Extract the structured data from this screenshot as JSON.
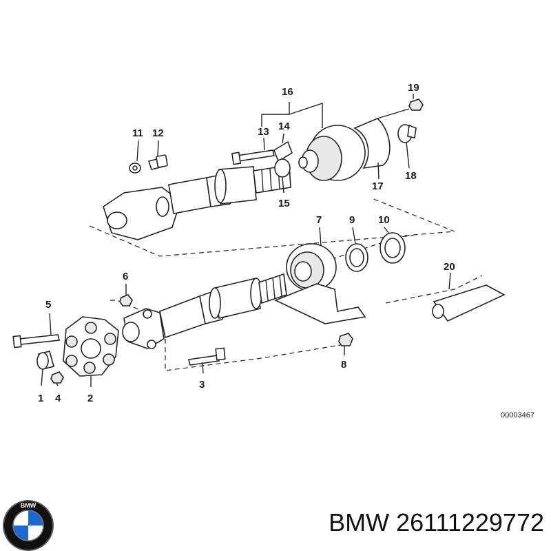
{
  "callouts": {
    "c1": "1",
    "c2": "2",
    "c3": "3",
    "c4": "4",
    "c5": "5",
    "c6": "6",
    "c7": "7",
    "c8": "8",
    "c9": "9",
    "c10": "10",
    "c11": "11",
    "c12": "12",
    "c13": "13",
    "c14": "14",
    "c15": "15",
    "c16": "16",
    "c17": "17",
    "c18": "18",
    "c19": "19",
    "c20": "20"
  },
  "diagram_ref": "00003467",
  "brand_logo": {
    "name": "bmw-roundel-icon",
    "text": "BMW",
    "colors": {
      "blue": "#1c69d4",
      "black": "#111111",
      "white": "#ffffff"
    }
  },
  "part_number_text": "BMW 26111229772"
}
